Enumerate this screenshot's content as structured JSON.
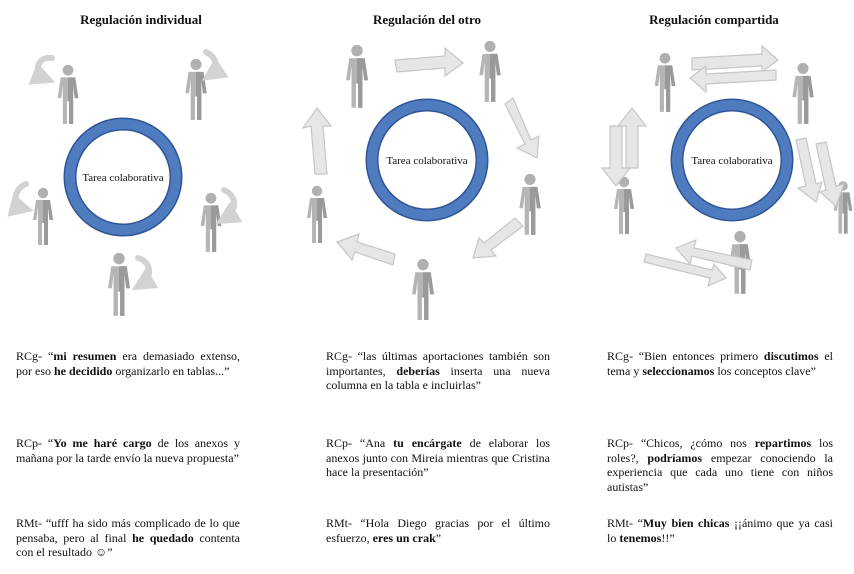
{
  "panels": [
    {
      "title": "Regulación individual",
      "center_label": "Tarea colaborativa",
      "quotes": [
        [
          {
            "t": "RCg-  “"
          },
          {
            "t": "mi resumen",
            "b": true
          },
          {
            "t": " era demasiado extenso, por eso "
          },
          {
            "t": "he decidido",
            "b": true
          },
          {
            "t": " organizarlo en tablas...”"
          }
        ],
        [
          {
            "t": "RCp- “"
          },
          {
            "t": "Yo me haré cargo",
            "b": true
          },
          {
            "t": " de los anexos y mañana por la tarde envío la nueva propuesta”"
          }
        ],
        [
          {
            "t": "RMt- “ufff ha sido más complicado de lo que pensaba, pero al final "
          },
          {
            "t": "he quedado",
            "b": true
          },
          {
            "t": " contenta con el resultado ☺”"
          }
        ]
      ]
    },
    {
      "title": "Regulación del otro",
      "center_label": "Tarea colaborativa",
      "quotes": [
        [
          {
            "t": "RCg-   “las últimas aportaciones también son importantes, "
          },
          {
            "t": "deberías",
            "b": true
          },
          {
            "t": " inserta una nueva columna en la tabla e incluirlas”"
          }
        ],
        [
          {
            "t": "RCp- “Ana "
          },
          {
            "t": "tu encárgate",
            "b": true
          },
          {
            "t": " de elaborar los anexos junto con Mireia mientras que Cristina hace la presentación”"
          }
        ],
        [
          {
            "t": "RMt- “Hola Diego gracias por el último esfuerzo, "
          },
          {
            "t": "eres un crak",
            "b": true
          },
          {
            "t": "”"
          }
        ]
      ]
    },
    {
      "title": "Regulación compartida",
      "center_label": "Tarea colaborativa",
      "quotes": [
        [
          {
            "t": "RCg-    “Bien entonces primero "
          },
          {
            "t": "discutimos",
            "b": true
          },
          {
            "t": " el tema y "
          },
          {
            "t": "seleccionamos",
            "b": true
          },
          {
            "t": " los conceptos clave”"
          }
        ],
        [
          {
            "t": "RCp- “Chicos, ¿cómo nos "
          },
          {
            "t": "repartimos",
            "b": true
          },
          {
            "t": " los roles?, "
          },
          {
            "t": "podríamos",
            "b": true
          },
          {
            "t": " empezar conociendo la experiencia que cada uno tiene con niños autistas”"
          }
        ],
        [
          {
            "t": "RMt- “"
          },
          {
            "t": "Muy bien chicas",
            "b": true
          },
          {
            "t": " ¡¡ánimo que ya casi lo "
          },
          {
            "t": "tenemos",
            "b": true
          },
          {
            "t": "!!”"
          }
        ]
      ]
    }
  ],
  "colors": {
    "ring_fill": "#4f7bbf",
    "ring_stroke": "#2f5597",
    "figure": "#b9b9b9",
    "figure_dark": "#8c8c8c",
    "arrow_fill": "#e4e4e4",
    "arrow_stroke": "#c4c4c4"
  }
}
